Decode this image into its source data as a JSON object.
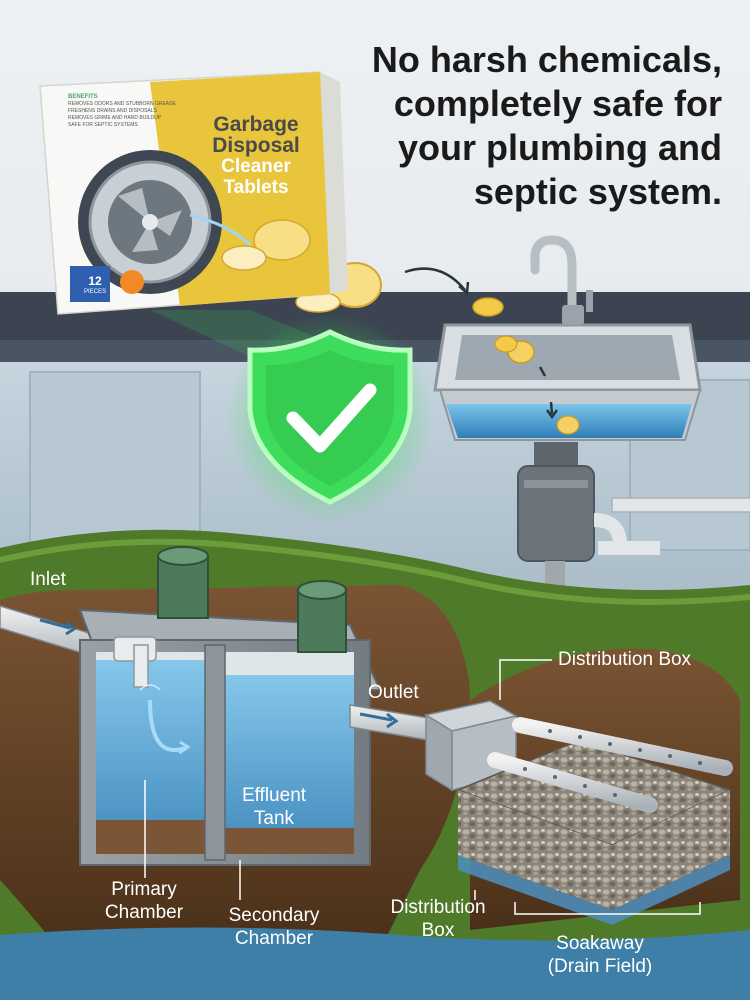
{
  "headline": [
    "No harsh chemicals,",
    "completely safe for",
    "your plumbing and",
    "septic system."
  ],
  "package": {
    "benefits_heading": "BENEFITS",
    "benefits": [
      "REMOVES ODORS AND STUBBORN GREASE",
      "FRESHENS DRAINS AND DISPOSALS",
      "REMOVES GRIME AND HARD BUILDUP",
      "SAFE FOR SEPTIC SYSTEMS"
    ],
    "title_line1": "Garbage",
    "title_line2": "Disposal",
    "title_line3": "Cleaner",
    "title_line4": "Tablets",
    "count": "12",
    "count_unit": "PIECES"
  },
  "labels": {
    "inlet": "Inlet",
    "outlet": "Outlet",
    "distribution_box_top": "Distribution Box",
    "effluent_tank": [
      "Effluent",
      "Tank"
    ],
    "primary_chamber": [
      "Primary",
      "Chamber"
    ],
    "secondary_chamber": [
      "Secondary",
      "Chamber"
    ],
    "distribution_box_bottom": [
      "Distribution",
      "Box"
    ],
    "soakaway": [
      "Soakaway",
      "(Drain Field)"
    ]
  },
  "colors": {
    "package_yellow": "#e8c53a",
    "shield_green": "#3ddc5a",
    "water_blue": "#4fa8d8",
    "grass_green": "#4e7a2a",
    "soil_brown": "#6b4a2b",
    "tank_gray": "#8a9096",
    "riser_green": "#4c7a5a"
  },
  "icons": [
    "shield-check-icon",
    "flow-arrow-icon",
    "sink-faucet-icon",
    "tablet-icon"
  ]
}
